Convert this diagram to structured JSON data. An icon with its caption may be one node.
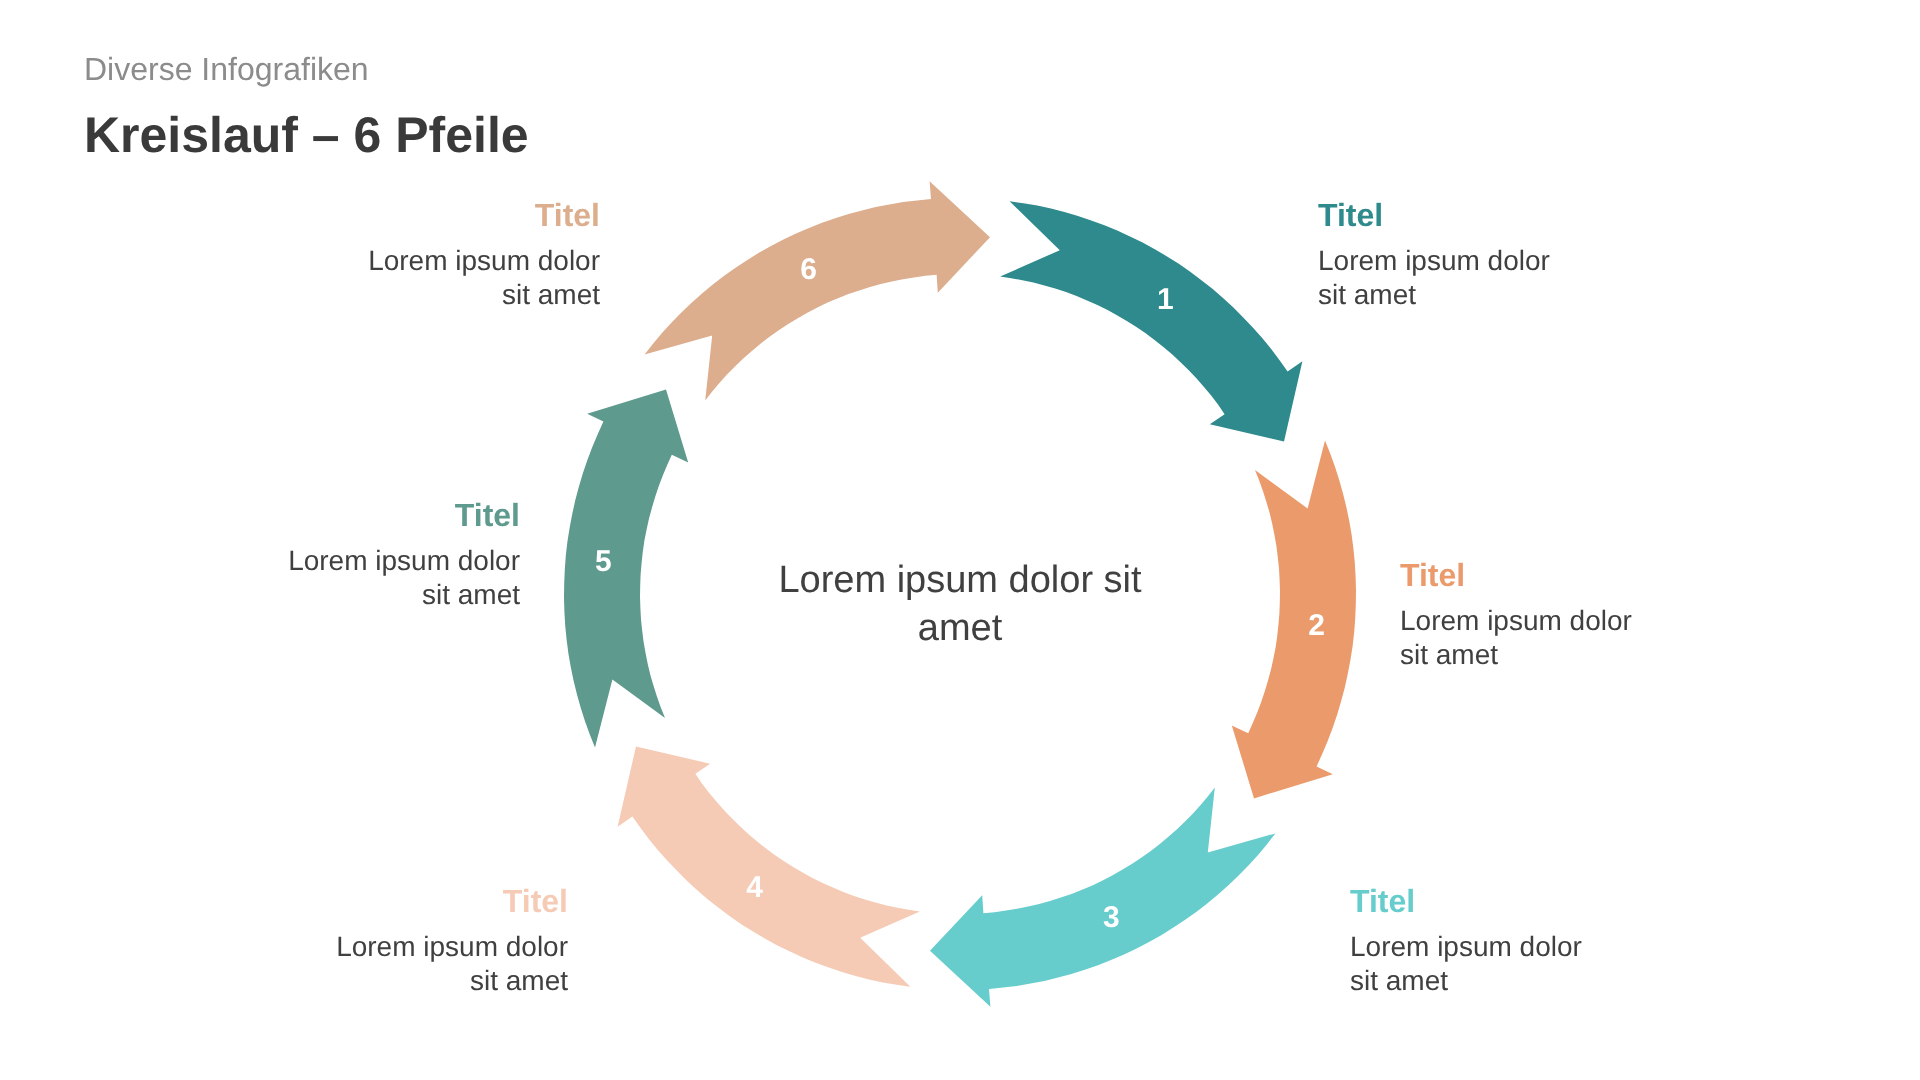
{
  "diagram": {
    "title": "Kreislauf – 6 Pfeile",
    "nodes": [
      {
        "text": [
          "1"
        ],
        "beside": [
          "Titel",
          "Lorem ipsum dolor sit amet"
        ]
      },
      {
        "text": [
          "2"
        ],
        "beside": [
          "Titel",
          "Lorem ipsum dolor sit amet"
        ]
      },
      {
        "text": [
          "3"
        ],
        "beside": [
          "Titel",
          "Lorem ipsum dolor sit amet"
        ]
      },
      {
        "text": [
          "4"
        ],
        "beside": [
          "Titel",
          "Lorem ipsum dolor sit amet"
        ]
      },
      {
        "text": [
          "5"
        ],
        "beside": [
          "Titel",
          "Lorem ipsum dolor sit amet"
        ]
      },
      {
        "text": [
          "6"
        ],
        "beside": [
          "Titel",
          "Lorem ipsum dolor sit amet"
        ]
      }
    ],
    "labels": [
      "Diverse Infografiken",
      "Lorem ipsum dolor sit amet"
    ]
  }
}
